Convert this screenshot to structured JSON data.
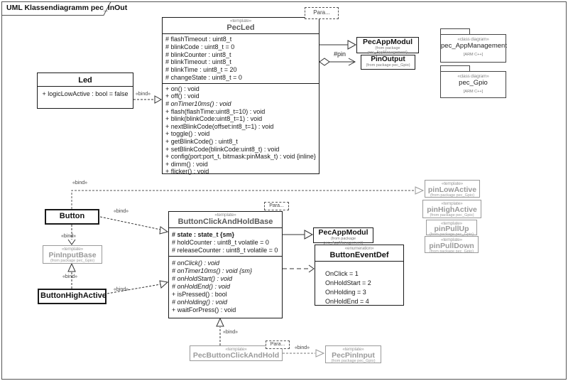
{
  "frame": {
    "title": "UML Klassendiagramm pec_InOut"
  },
  "labels": {
    "bind": "«bind»",
    "pin_role": "#pin",
    "param": "Para..."
  },
  "classes": {
    "pecLed": {
      "stereotype": "«template»",
      "name": "PecLed",
      "attributes": [
        "# flashTimeout : uint8_t",
        "# blinkCode : uint8_t = 0",
        "# blinkCounter : uint8_t",
        "# blinkTimeout : uint8_t",
        "# blinkTime : uint8_t = 20",
        "# changeState : uint8_t = 0"
      ],
      "methods": [
        "+ on() : void",
        "+ off() : void",
        "# onTimer10ms() : void",
        "+ flash(flashTime:uint8_t=10) : void",
        "+ blink(blinkCode:uint8_t=1) : void",
        "+ nextBlinkCode(offset:int8_t=1) : void",
        "+ toggle() : void",
        "+ getBlinkCode() : uint8_t",
        "+ setBlinkCode(blinkCode:uint8_t) : void",
        "+ config(port:port_t, bitmask:pinMask_t) : void {inline}",
        "+ dimm() : void",
        "+ flicker() : void"
      ]
    },
    "led": {
      "name": "Led",
      "attributes": [
        "+ logicLowActive : bool = false"
      ]
    },
    "pecAppModulTop": {
      "name": "PecAppModul",
      "from": "(from package pec_AppManagement)"
    },
    "pinOutput": {
      "name": "PinOutput",
      "from": "(from package pec_Gpio)"
    },
    "button": {
      "name": "Button"
    },
    "pinInputBase": {
      "stereotype": "«template»",
      "name": "PinInputBase",
      "from": "(from package pec_Gpio)"
    },
    "buttonHighActive": {
      "name": "ButtonHighActive"
    },
    "bcahb": {
      "stereotype": "«template»",
      "name": "ButtonClickAndHoldBase",
      "attributes": [
        "# state : state_t {sm}",
        "# holdCounter : uint8_t volatile = 0",
        "# releaseCounter : uint8_t volatile = 0"
      ],
      "methods": [
        "# onClick() : void",
        "# onTimer10ms() : void {sm}",
        "# onHoldStart() : void",
        "# onHoldEnd() : void",
        "+ isPressed() : bool",
        "# onHolding() : void",
        "+ waitForPress() : void"
      ]
    },
    "pecAppModulBottom": {
      "name": "PecAppModul",
      "from": "(from package pec_AppManagement)"
    },
    "buttonEventDef": {
      "stereotype": "«enumeration»",
      "name": "ButtonEventDef",
      "literals": [
        "OnClick = 1",
        "OnHoldStart = 2",
        "OnHolding = 3",
        "OnHoldEnd = 4"
      ]
    },
    "pinLowActive": {
      "stereotype": "«template»",
      "name": "pinLowActive",
      "from": "(from package pec_Gpio)"
    },
    "pinHighActive": {
      "stereotype": "«template»",
      "name": "pinHighActive",
      "from": "(from package pec_Gpio)"
    },
    "pinPullUp": {
      "stereotype": "«template»",
      "name": "pinPullUp",
      "from": "(from package pec_Gpio)"
    },
    "pinPullDown": {
      "stereotype": "«template»",
      "name": "pinPullDown",
      "from": "(from package pec_Gpio)"
    },
    "pecButtonClickAndHold": {
      "stereotype": "«template»",
      "name": "PecButtonClickAndHold"
    },
    "pecPinInput": {
      "stereotype": "«template»",
      "name": "PecPinInput",
      "from": "(from package pec_Gpio)"
    }
  },
  "packages": {
    "appManagement": {
      "stereotype": "«class diagram»",
      "name": "pec_AppManagement",
      "tag": "[ARM C++]"
    },
    "gpio": {
      "stereotype": "«class diagram»",
      "name": "pec_Gpio",
      "tag": "[ARM C++]"
    }
  }
}
